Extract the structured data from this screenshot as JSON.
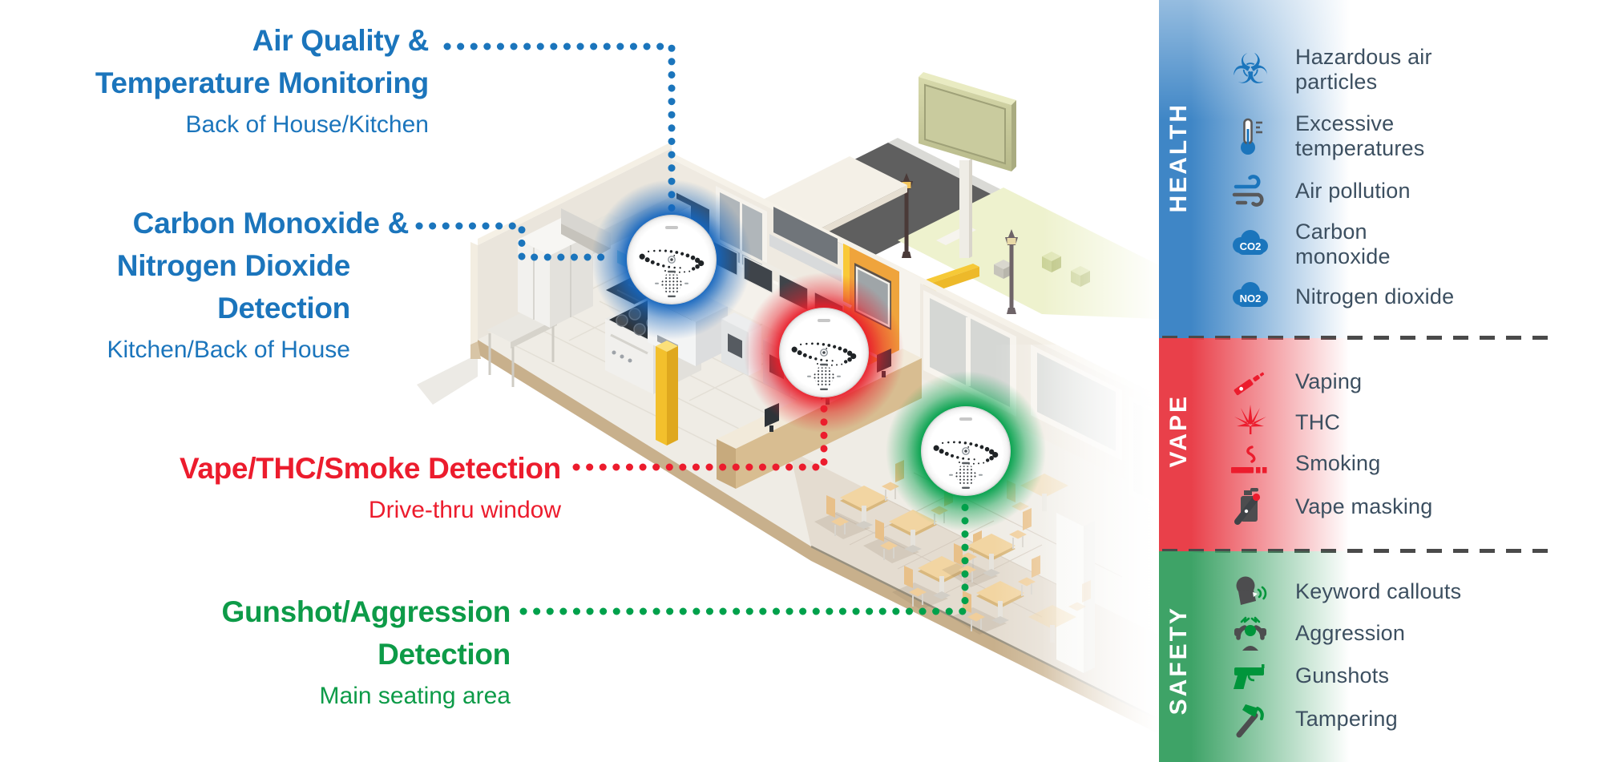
{
  "callouts": [
    {
      "id": "air-quality-temperature",
      "heading_lines": [
        "Air Quality &",
        "Temperature Monitoring"
      ],
      "subtitle": "Back of House/Kitchen",
      "color": "#1B75BC",
      "sensor_area": "kitchen-back-of-house"
    },
    {
      "id": "carbon-monoxide-nitrogen-dioxide",
      "heading_lines": [
        "Carbon Monoxide &",
        "Nitrogen Dioxide",
        "Detection"
      ],
      "subtitle": "Kitchen/Back of House",
      "color": "#1B75BC",
      "sensor_area": "kitchen-back-of-house"
    },
    {
      "id": "vape-thc-smoke",
      "heading_lines": [
        "Vape/THC/Smoke Detection"
      ],
      "subtitle": "Drive-thru window",
      "color": "#EC1C2D",
      "sensor_area": "drive-thru-window"
    },
    {
      "id": "gunshot-aggression",
      "heading_lines": [
        "Gunshot/Aggression",
        "Detection"
      ],
      "subtitle": "Main seating area",
      "color": "#0D9B48",
      "sensor_area": "main-seating-area"
    }
  ],
  "sensors": [
    {
      "location": "kitchen",
      "glow_color": "#1465BE"
    },
    {
      "location": "drive-thru window",
      "glow_color": "#E91F2B"
    },
    {
      "location": "main seating area",
      "glow_color": "#00A04A"
    }
  ],
  "sidebar": {
    "sections": [
      {
        "title": "HEALTH",
        "band_color": "#3F86C6",
        "items": [
          {
            "icon": "biohazard-icon",
            "glyph": "☣",
            "lines": [
              "Hazardous air",
              "particles"
            ]
          },
          {
            "icon": "thermometer-icon",
            "lines": [
              "Excessive",
              "temperatures"
            ]
          },
          {
            "icon": "wind-icon",
            "lines": [
              "Air pollution"
            ]
          },
          {
            "icon": "co2-cloud-icon",
            "badge": "CO2",
            "lines": [
              "Carbon",
              "monoxide"
            ]
          },
          {
            "icon": "no2-cloud-icon",
            "badge": "NO2",
            "lines": [
              "Nitrogen dioxide"
            ]
          }
        ]
      },
      {
        "title": "VAPE",
        "band_color": "#E9404A",
        "items": [
          {
            "icon": "vape-pen-icon",
            "lines": [
              "Vaping"
            ]
          },
          {
            "icon": "cannabis-leaf-icon",
            "lines": [
              "THC"
            ]
          },
          {
            "icon": "cigarette-icon",
            "lines": [
              "Smoking"
            ]
          },
          {
            "icon": "spray-bottle-icon",
            "lines": [
              "Vape masking"
            ]
          }
        ]
      },
      {
        "title": "SAFETY",
        "band_color": "#3EA367",
        "items": [
          {
            "icon": "speaking-head-icon",
            "lines": [
              "Keyword callouts"
            ]
          },
          {
            "icon": "aggression-person-icon",
            "lines": [
              "Aggression"
            ]
          },
          {
            "icon": "handgun-icon",
            "lines": [
              "Gunshots"
            ]
          },
          {
            "icon": "hammer-icon",
            "lines": [
              "Tampering"
            ]
          }
        ]
      }
    ]
  }
}
